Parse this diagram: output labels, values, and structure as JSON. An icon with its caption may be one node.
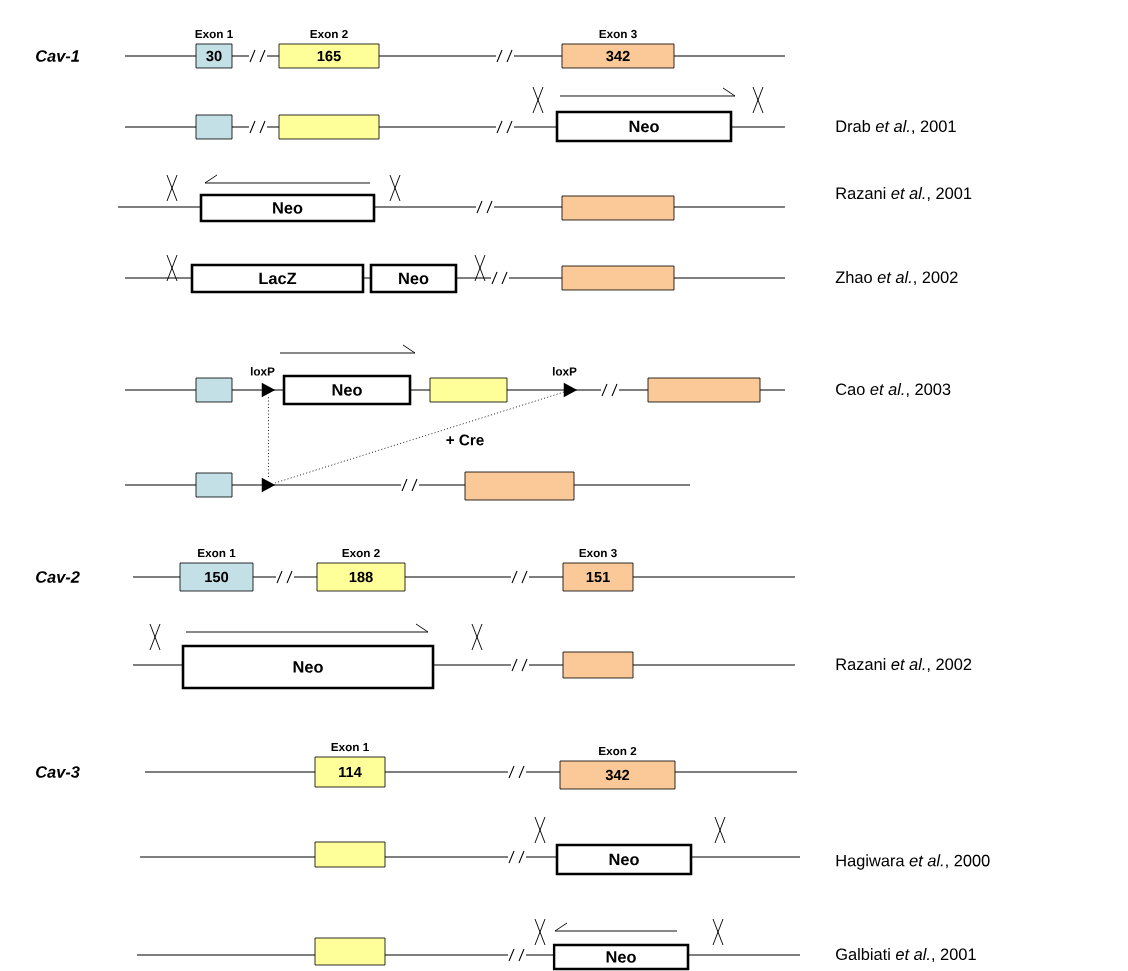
{
  "diagram": {
    "nodes": [
      {
        "text": [
          "Exon 1",
          "30"
        ]
      },
      {
        "text": [
          "Exon 2",
          "165"
        ]
      },
      {
        "text": [
          "Exon 3",
          "342"
        ]
      },
      {
        "text": [],
        "shape": "box"
      },
      {
        "text": [],
        "shape": "box"
      },
      {
        "text": [
          "Neo"
        ]
      },
      {
        "text": [
          "Neo"
        ]
      },
      {
        "text": [],
        "shape": "box"
      },
      {
        "text": [
          "LacZ"
        ]
      },
      {
        "text": [
          "Neo"
        ]
      },
      {
        "text": [],
        "shape": "box"
      },
      {
        "text": [],
        "shape": "box"
      },
      {
        "text": [
          "loxP"
        ]
      },
      {
        "text": [
          "Neo"
        ]
      },
      {
        "text": [],
        "shape": "box"
      },
      {
        "text": [
          "loxP"
        ]
      },
      {
        "text": [],
        "shape": "box"
      },
      {
        "text": [],
        "shape": "box"
      },
      {
        "text": [],
        "shape": "triangle"
      },
      {
        "text": [],
        "shape": "box"
      },
      {
        "text": [
          "Exon 1",
          "150"
        ]
      },
      {
        "text": [
          "Exon 2",
          "188"
        ]
      },
      {
        "text": [
          "Exon 3",
          "151"
        ]
      },
      {
        "text": [
          "Neo"
        ]
      },
      {
        "text": [],
        "shape": "box"
      },
      {
        "text": [
          "Exon 1",
          "114"
        ]
      },
      {
        "text": [
          "Exon 2",
          "342"
        ]
      },
      {
        "text": [],
        "shape": "box"
      },
      {
        "text": [
          "Neo"
        ]
      },
      {
        "text": [],
        "shape": "box"
      },
      {
        "text": [
          "Neo"
        ]
      }
    ],
    "edges": [
      {
        "from": 12,
        "to": 18,
        "arrow": "none",
        "style": "dashed"
      },
      {
        "from": 15,
        "to": 18,
        "arrow": "none",
        "style": "dashed",
        "label": "+ Cre"
      }
    ],
    "labels": [
      "Cav-1",
      "Drab *et al.*, 2001",
      "Razani *et al.*, 2001",
      "Zhao *et al.*, 2002",
      "Cao *et al.*, 2003",
      "Cav-2",
      "Razani *et al.*, 2002",
      "Cav-3",
      "Hagiwara *et al.*, 2000",
      "Galbiati *et al.*, 2001"
    ]
  }
}
